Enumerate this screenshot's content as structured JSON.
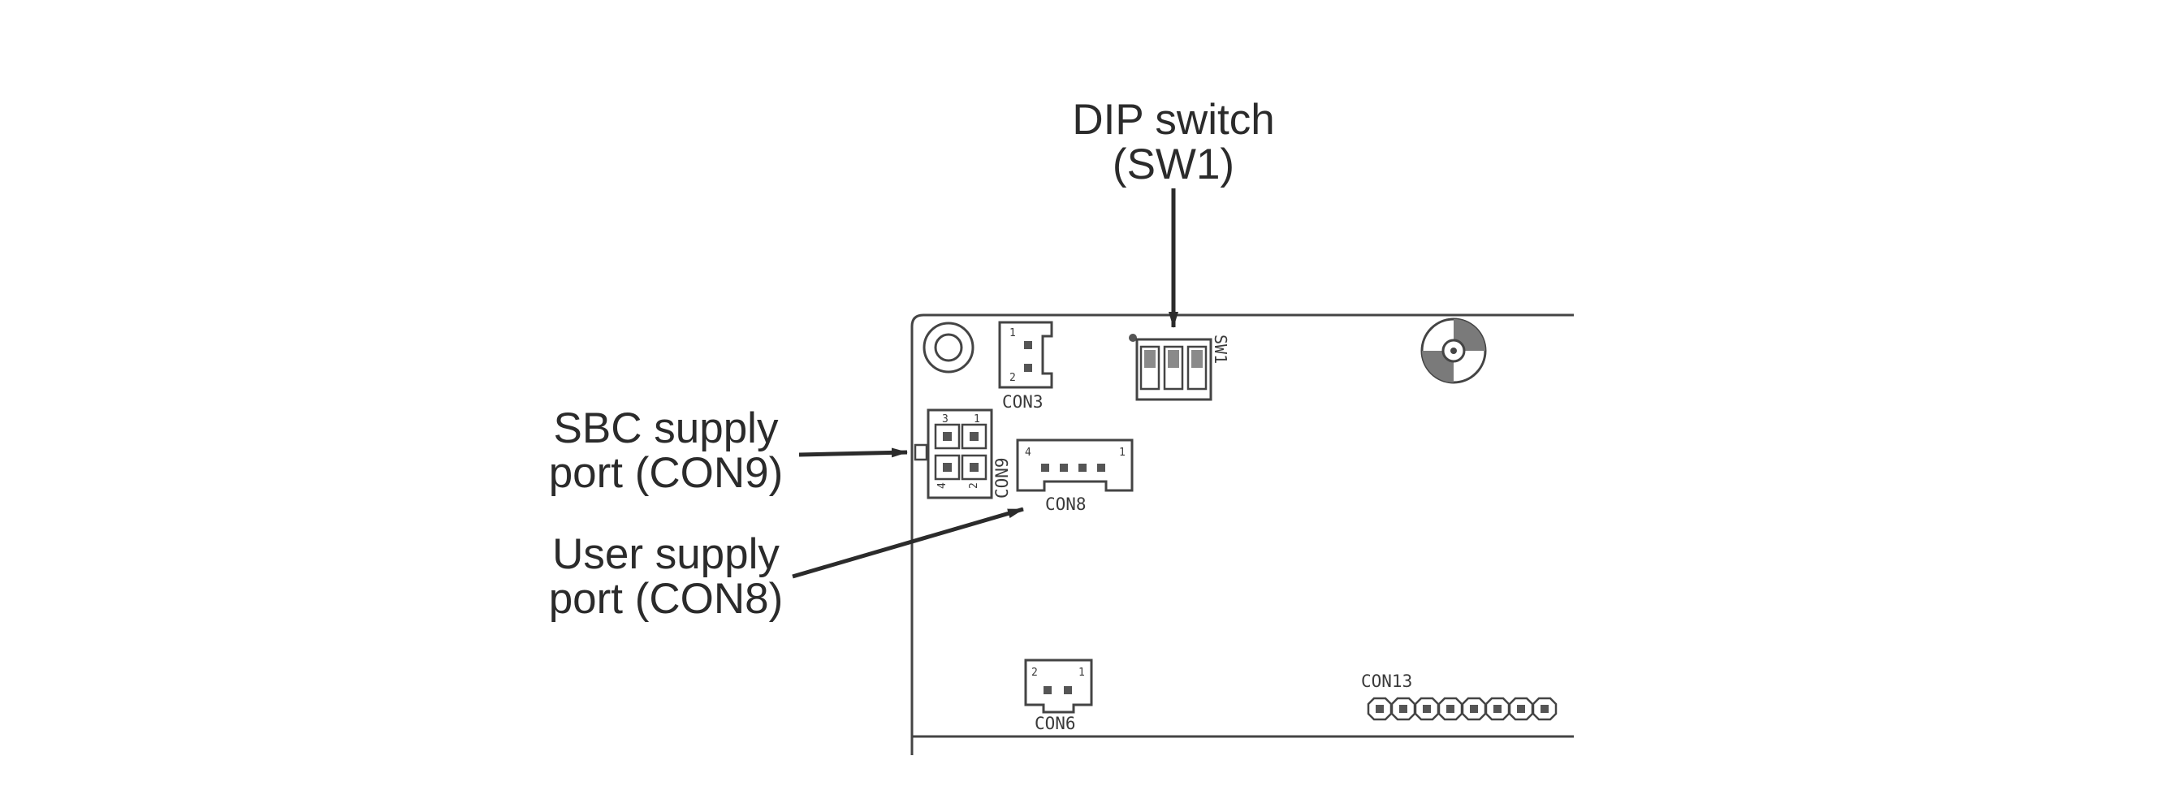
{
  "callouts": {
    "dip_switch": {
      "line1": "DIP switch",
      "line2": "(SW1)"
    },
    "sbc_supply": {
      "line1": "SBC supply",
      "line2": "port (CON9)"
    },
    "user_supply": {
      "line1": "User supply",
      "line2": "port (CON8)"
    }
  },
  "silkscreen": {
    "con3": "CON3",
    "con3_pin1": "1",
    "con3_pin2": "2",
    "sw1": "SW1",
    "con9": "CON9",
    "con9_pin1": "1",
    "con9_pin2": "2",
    "con9_pin3": "3",
    "con9_pin4": "4",
    "con8": "CON8",
    "con8_pin1": "1",
    "con8_pin4": "4",
    "con6": "CON6",
    "con6_pin1": "1",
    "con6_pin2": "2",
    "con13": "CON13"
  },
  "colors": {
    "line": "#2b2b2b",
    "silkscreen": "#3a3a3a",
    "switch_fill": "#8a8a8a",
    "fiducial_fill": "#7a7a7a"
  }
}
